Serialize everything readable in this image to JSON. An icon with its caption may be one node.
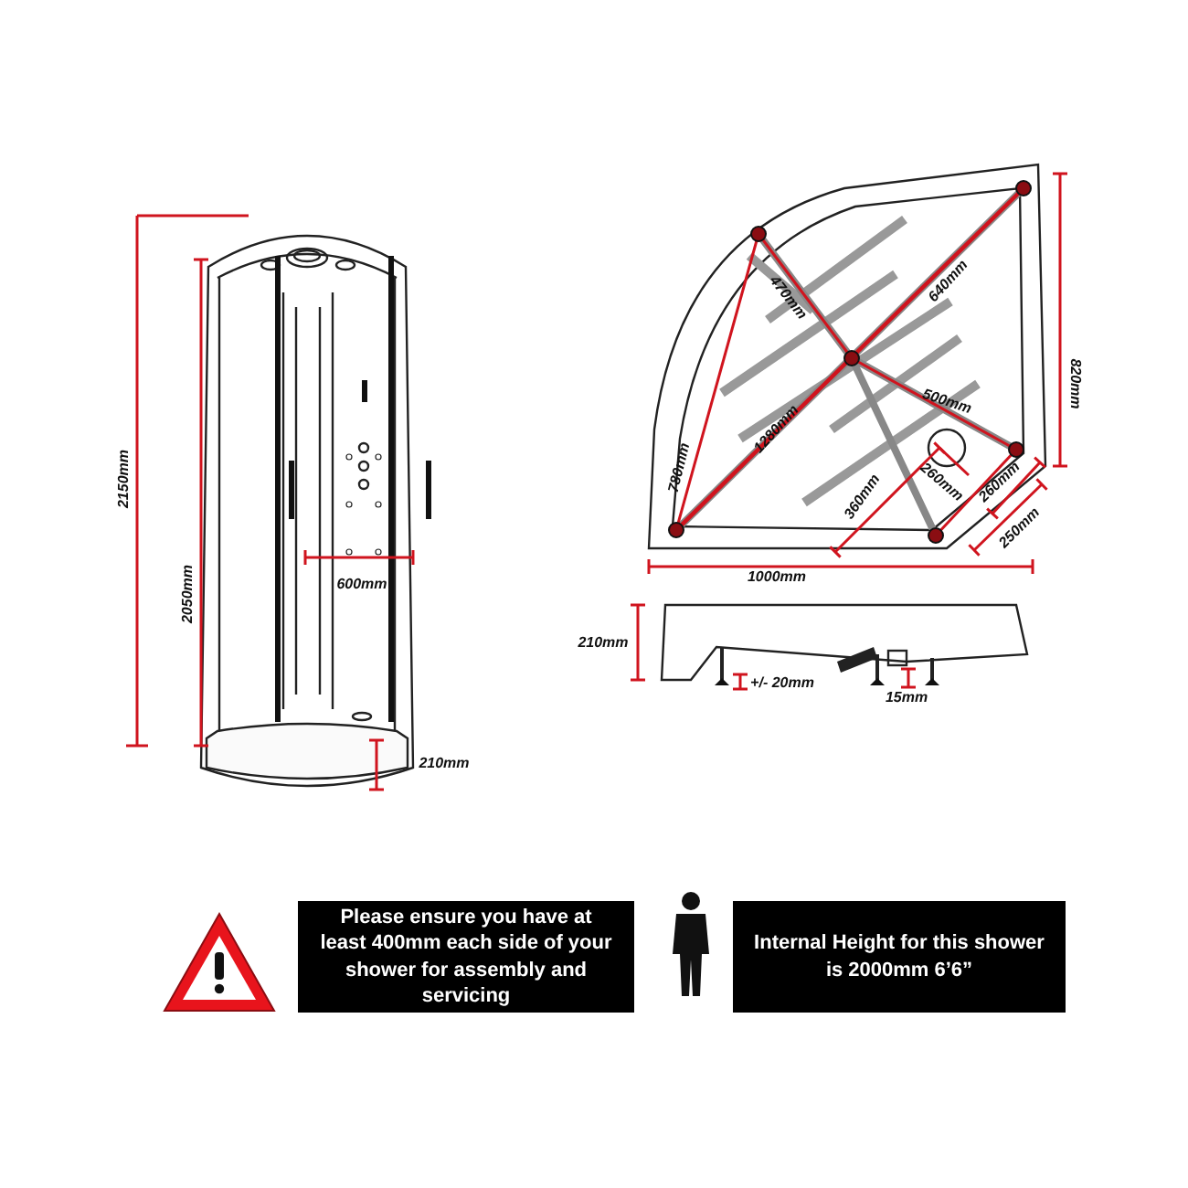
{
  "diagram": {
    "nodes": [
      {
        "text": [
          "Please ensure you have at least 400mm each side of your shower for assembly and servicing"
        ]
      },
      {
        "text": [
          "Internal Height for this shower is 2000mm 6’6”"
        ]
      }
    ],
    "edges": [],
    "labels": [
      "2150mm",
      "2050mm",
      "600mm",
      "210mm",
      "470mm",
      "640mm",
      "820mm",
      "780mm",
      "1280mm",
      "500mm",
      "260mm",
      "260mm",
      "360mm",
      "250mm",
      "1000mm",
      "210mm",
      "+/- 20mm",
      "15mm"
    ]
  }
}
